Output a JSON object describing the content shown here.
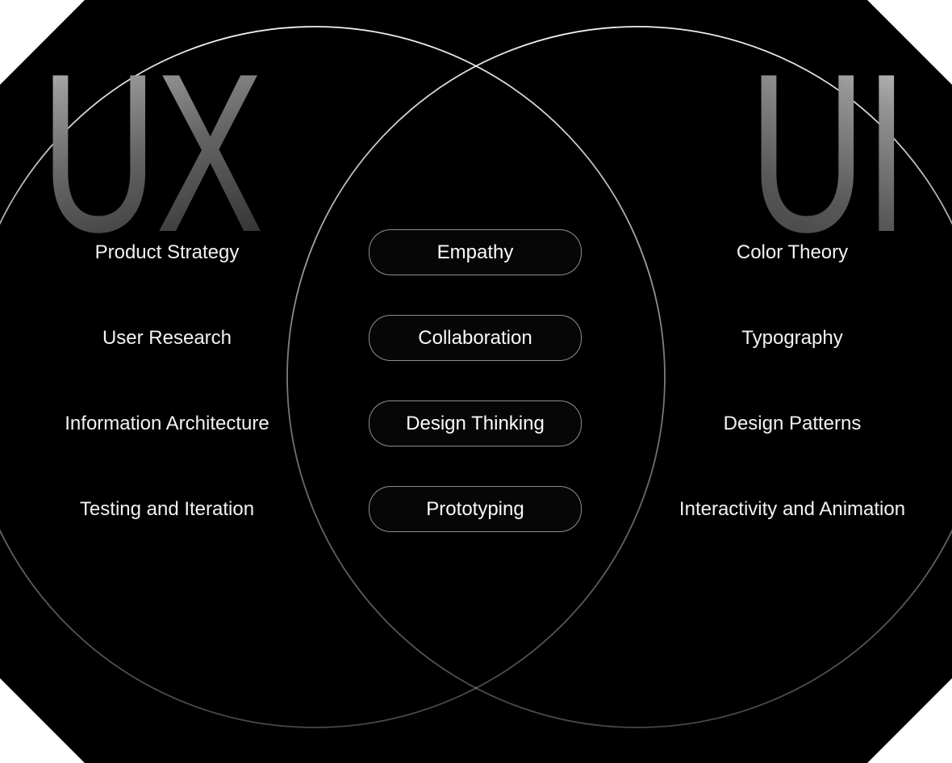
{
  "venn": {
    "left": {
      "label": "UX",
      "items": [
        "Product Strategy",
        "User Research",
        "Information Architecture",
        "Testing and Iteration"
      ]
    },
    "right": {
      "label": "UI",
      "items": [
        "Color Theory",
        "Typography",
        "Design Patterns",
        "Interactivity and Animation"
      ]
    },
    "shared": {
      "items": [
        "Empathy",
        "Collaboration",
        "Design Thinking",
        "Prototyping"
      ]
    },
    "colors": {
      "page_background": "#ffffff",
      "canvas_background": "#000000",
      "item_text": "#f2f2f2",
      "pill_fill": "#060606",
      "pill_border": "#8c8c8c",
      "circle_stroke_top": "#f0f0f0",
      "circle_stroke_bottom": "#474747",
      "big_label_gradient_top": "#dedede",
      "big_label_gradient_bottom": "#2b2b2b"
    }
  }
}
